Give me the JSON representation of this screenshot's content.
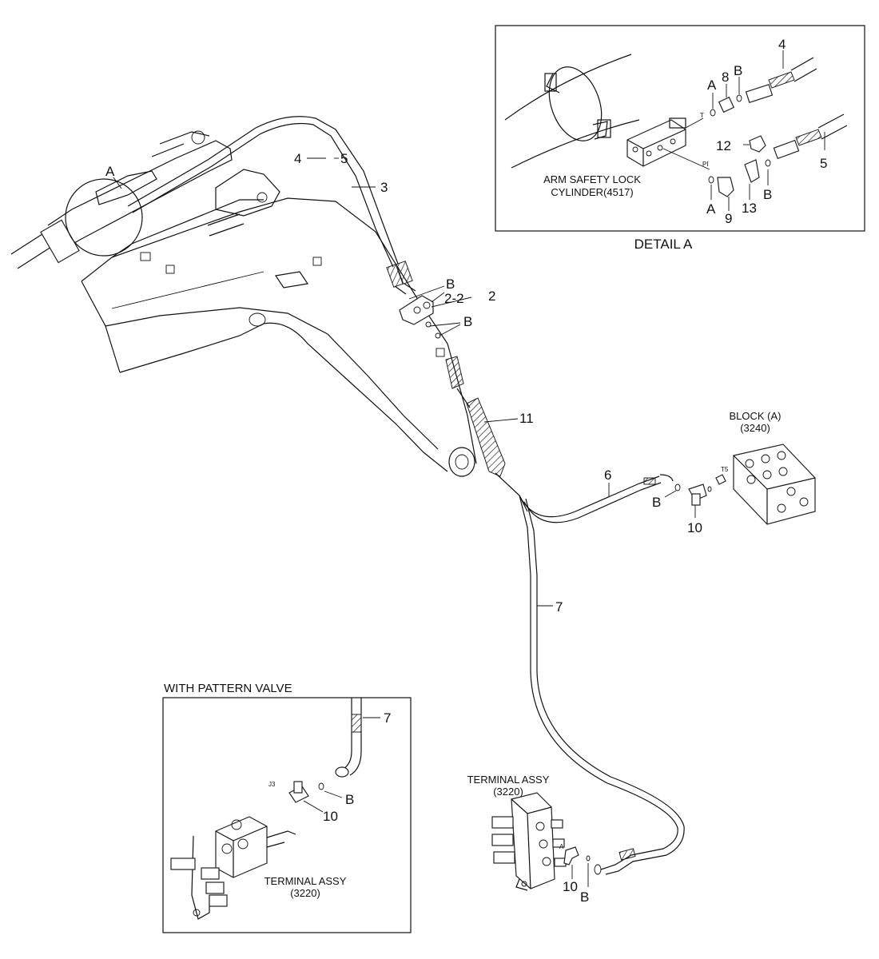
{
  "detail_box": {
    "cylinder_caption_line1": "ARM SAFETY LOCK",
    "cylinder_caption_line2": "CYLINDER(4517)",
    "detail_title": "DETAIL A",
    "port_t": "T",
    "port_pi": "PI",
    "callouts": {
      "a_top": "A",
      "n8": "8",
      "b_top": "B",
      "n4": "4",
      "n12": "12",
      "n5": "5",
      "b_mid": "B",
      "n13": "13",
      "n9": "9",
      "a_bottom": "A"
    }
  },
  "main": {
    "callouts": {
      "a_circle": "A",
      "n4": "4",
      "n5": "5",
      "n3": "3",
      "b_upper": "B",
      "n2_2": "2-2",
      "n2": "2",
      "b_lower": "B",
      "n11": "11",
      "n6": "6",
      "b_block": "B",
      "n10_block": "10",
      "n7": "7",
      "n10_terminal": "10",
      "b_terminal": "B",
      "a_terminal": "A"
    },
    "block_caption_line1": "BLOCK (A)",
    "block_caption_line2": "(3240)",
    "block_port": "T5",
    "terminal_caption_line1": "TERMINAL ASSY",
    "terminal_caption_line2": "(3220)"
  },
  "pattern_box": {
    "title": "WITH PATTERN VALVE",
    "port_j3": "J3",
    "callouts": {
      "n7": "7",
      "b": "B",
      "n10": "10"
    },
    "terminal_caption_line1": "TERMINAL ASSY",
    "terminal_caption_line2": "(3220)"
  }
}
